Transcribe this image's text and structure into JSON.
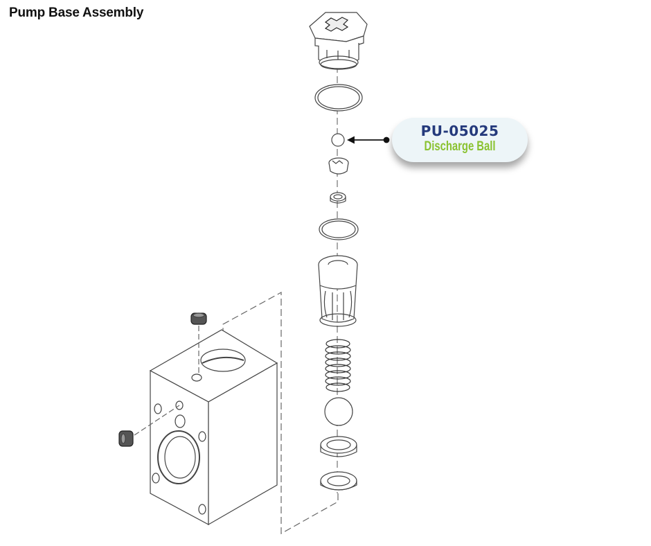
{
  "title": "Pump Base Assembly",
  "callout": {
    "part_number": "PU-05025",
    "part_name": "Discharge Ball",
    "part_number_color": "#253a7c",
    "part_name_color": "#8ac230",
    "background_color": "#edf5f8"
  },
  "components": [
    "plug",
    "o-ring",
    "discharge-ball",
    "ball-cage-top",
    "seat-ring",
    "o-ring-small",
    "valve-cage",
    "spring",
    "suction-ball",
    "valve-seat",
    "seat-washer",
    "pump-base-block",
    "set-screw-top",
    "set-screw-side"
  ]
}
